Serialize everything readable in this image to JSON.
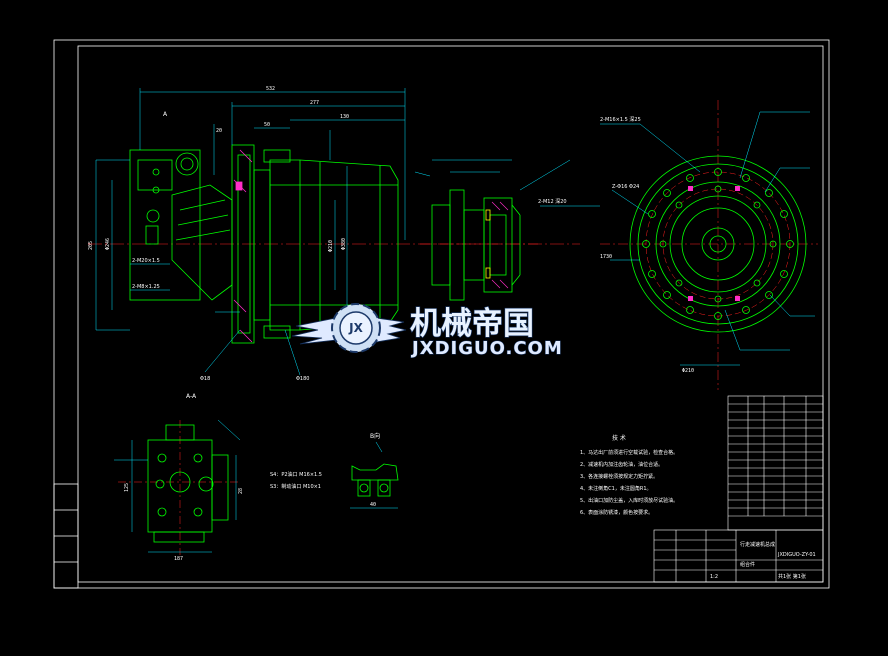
{
  "drawing": {
    "section_labels": {
      "main_view": "A",
      "view_aa": "A-A",
      "view_b": "B向"
    },
    "dimensions": {
      "overall_length": "532",
      "length_2": "277",
      "length_3": "130",
      "length_4": "50",
      "length_5": "20",
      "dia_main": "Φ380",
      "dia_hub": "Φ246",
      "height_left": "205",
      "height_right": "Φ210",
      "side_dim": "1730",
      "aa_width": "187",
      "aa_height": "125",
      "aa_side": "28",
      "b_width": "40"
    },
    "callouts": [
      "2-M20×1.5",
      "2-M8×1.25",
      "Z-Φ16 Φ24",
      "2-M12 深20",
      "Φ18",
      "Φ180",
      "2-M16×1.5 深25"
    ],
    "aa_notes": [
      "S4：P2油口 M16×1.5",
      "S3：制动油口 M10×1"
    ],
    "tech_requirements": {
      "title": "技 术",
      "items": [
        "1、马达出厂前须进行空载试验，检查合格。",
        "2、减速机内加注齿轮油，油位合适。",
        "3、各连接螺栓须按规定力矩拧紧。",
        "4、未注倒角C1，未注圆角R1。",
        "5、出油口加防尘盖，入库时须放尽试验油。",
        "6、表面涂防锈漆，颜色按要求。"
      ]
    }
  },
  "title_block": {
    "project_name": "行走减速机总成",
    "drawing_no": "JXDIGUO-ZY-01",
    "scale": "1:2",
    "sheet": "共1张 第1张",
    "material": "组合件"
  },
  "watermark": {
    "chinese": "机械帝国",
    "english": "JXDIGUO.COM",
    "badge": "JX"
  },
  "colors": {
    "frame": "#ffffff",
    "outline": "#00ff00",
    "dimension": "#00e5ff",
    "centerline": "#ff2020",
    "hatch": "#ff2ec8",
    "accent": "#ffff00"
  }
}
